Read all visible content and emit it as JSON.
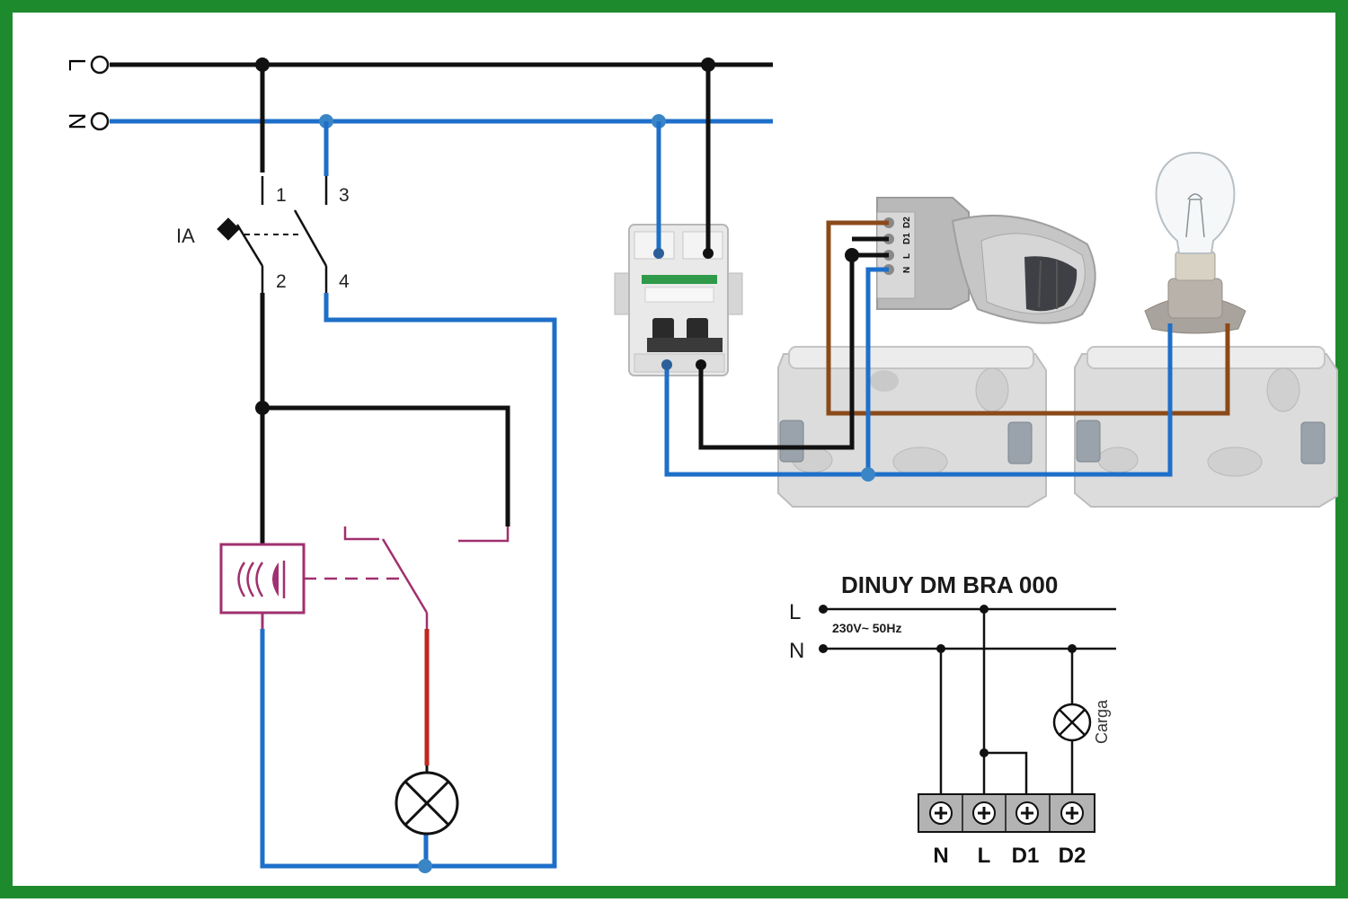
{
  "schematic": {
    "line_labels": {
      "live": "L",
      "neutral": "N"
    },
    "terminals": {
      "t1": "1",
      "t2": "2",
      "t3": "3",
      "t4": "4"
    },
    "breaker_label": "IA"
  },
  "module_terminals": [
    "N",
    "L",
    "D1",
    "D2"
  ],
  "inset": {
    "title": "DINUY DM BRA 000",
    "line_l": "L",
    "line_n": "N",
    "supply": "230V~ 50Hz",
    "load_label": "Carga",
    "terminals": [
      "N",
      "L",
      "D1",
      "D2"
    ]
  },
  "colors": {
    "border": "#1e8a2e",
    "live_wire": "#111111",
    "neutral_wire": "#1e6fc9",
    "switched_wire": "#8b4a1a",
    "detector": "#a0306f",
    "lamp_feed": "#c0281e"
  }
}
